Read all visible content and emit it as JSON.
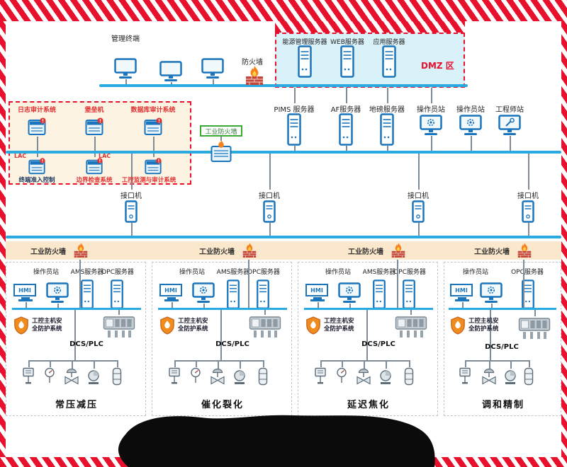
{
  "colors": {
    "bus_blue": "#29abe2",
    "hazard_red": "#e8112d",
    "icon_blue": "#1b75bc",
    "alert_red": "#e03131",
    "dmz_bg": "#d9f1f8",
    "security_box_bg": "#fdf3e3",
    "firewall_band_bg": "#fbe7cb",
    "green_border": "#3aaa35",
    "flame_orange": "#f5821f"
  },
  "top": {
    "management_label": "管理终端",
    "firewall_label": "防火墙",
    "dmz_label": "DMZ 区",
    "dmz_servers": [
      "能源管理服务器",
      "WEB服务器",
      "应用服务器"
    ]
  },
  "mes_layer": {
    "nodes": [
      {
        "label": "PIMS 服务器",
        "icon": "server-icon"
      },
      {
        "label": "AF服务器",
        "icon": "server-icon"
      },
      {
        "label": "地磅服务器",
        "icon": "server-icon"
      },
      {
        "label": "操作员站",
        "icon": "operator-station-icon"
      },
      {
        "label": "操作员站",
        "icon": "operator-station-icon"
      },
      {
        "label": "工程师站",
        "icon": "engineer-station-icon"
      }
    ]
  },
  "security_box": {
    "top_items": [
      "日志审计系统",
      "堡垒机",
      "数据库审计系统"
    ],
    "bottom_items": [
      "终端准入控制",
      "边界检查系统",
      "工控监测与审计系统"
    ],
    "line_tags": [
      "LAC",
      "LAC"
    ]
  },
  "industrial_firewall": {
    "label": "工业防火墙"
  },
  "interface_layer": {
    "items": [
      "接口机",
      "接口机",
      "接口机",
      "接口机"
    ]
  },
  "firewall_band": {
    "items": [
      "工业防火墙",
      "工业防火墙",
      "工业防火墙",
      "工业防火墙"
    ]
  },
  "zones": [
    {
      "name": "常压减压",
      "operator_label": "操作员站",
      "ams_label": "AMS服务器",
      "opc_label": "OPC服务器",
      "hmi_label": "HMI",
      "host_security_line1": "工控主机安",
      "host_security_line2": "全防护系统",
      "dcs_label": "DCS/PLC"
    },
    {
      "name": "催化裂化",
      "operator_label": "操作员站",
      "ams_label": "AMS服务器",
      "opc_label": "OPC服务器",
      "hmi_label": "HMI",
      "host_security_line1": "工控主机安",
      "host_security_line2": "全防护系统",
      "dcs_label": "DCS/PLC"
    },
    {
      "name": "延迟焦化",
      "operator_label": "操作员站",
      "ams_label": "AMS服务器",
      "opc_label": "OPC服务器",
      "hmi_label": "HMI",
      "host_security_line1": "工控主机安",
      "host_security_line2": "全防护系统",
      "dcs_label": "DCS/PLC"
    },
    {
      "name": "调和精制",
      "operator_label": "操作员站",
      "opc_label": "OPC服务器",
      "hmi_label": "HMI",
      "host_security_line1": "工控主机安",
      "host_security_line2": "全防护系统",
      "dcs_label": "DCS/PLC"
    }
  ],
  "icons": {
    "monitor-icon": "svg-monitor",
    "operator-station-icon": "svg-monitor-gear",
    "engineer-station-icon": "svg-monitor-tool",
    "server-icon": "svg-server-tower",
    "security-appliance-icon": "svg-appliance-badge",
    "interface-host-icon": "svg-pc-tower",
    "firewall-flame-icon": "svg-flame-on-bricks",
    "industrial-firewall-icon": "svg-appliance-flame",
    "shield-icon": "svg-shield-flame",
    "plc-icon": "svg-plc-rack",
    "field-instrument-icon": "svg-instrument",
    "pressure-gauge-icon": "svg-gauge",
    "control-valve-icon": "svg-valve",
    "pump-icon": "svg-pump",
    "tank-icon": "svg-tank"
  }
}
